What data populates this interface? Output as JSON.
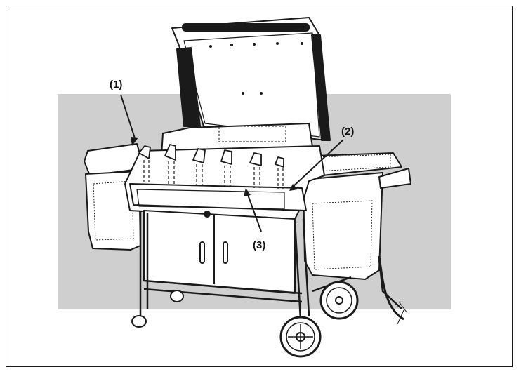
{
  "colors": {
    "background_panel": "#cfcfcf",
    "line": "#1a1a1a",
    "fill": "#ffffff",
    "shade": "#bdbdbd"
  },
  "callouts": [
    {
      "id": "1",
      "label": "(1)"
    },
    {
      "id": "2",
      "label": "(2)"
    },
    {
      "id": "3",
      "label": "(3)"
    }
  ],
  "illustration": {
    "subject": "gas-grill-icon",
    "knob_count": 6
  }
}
